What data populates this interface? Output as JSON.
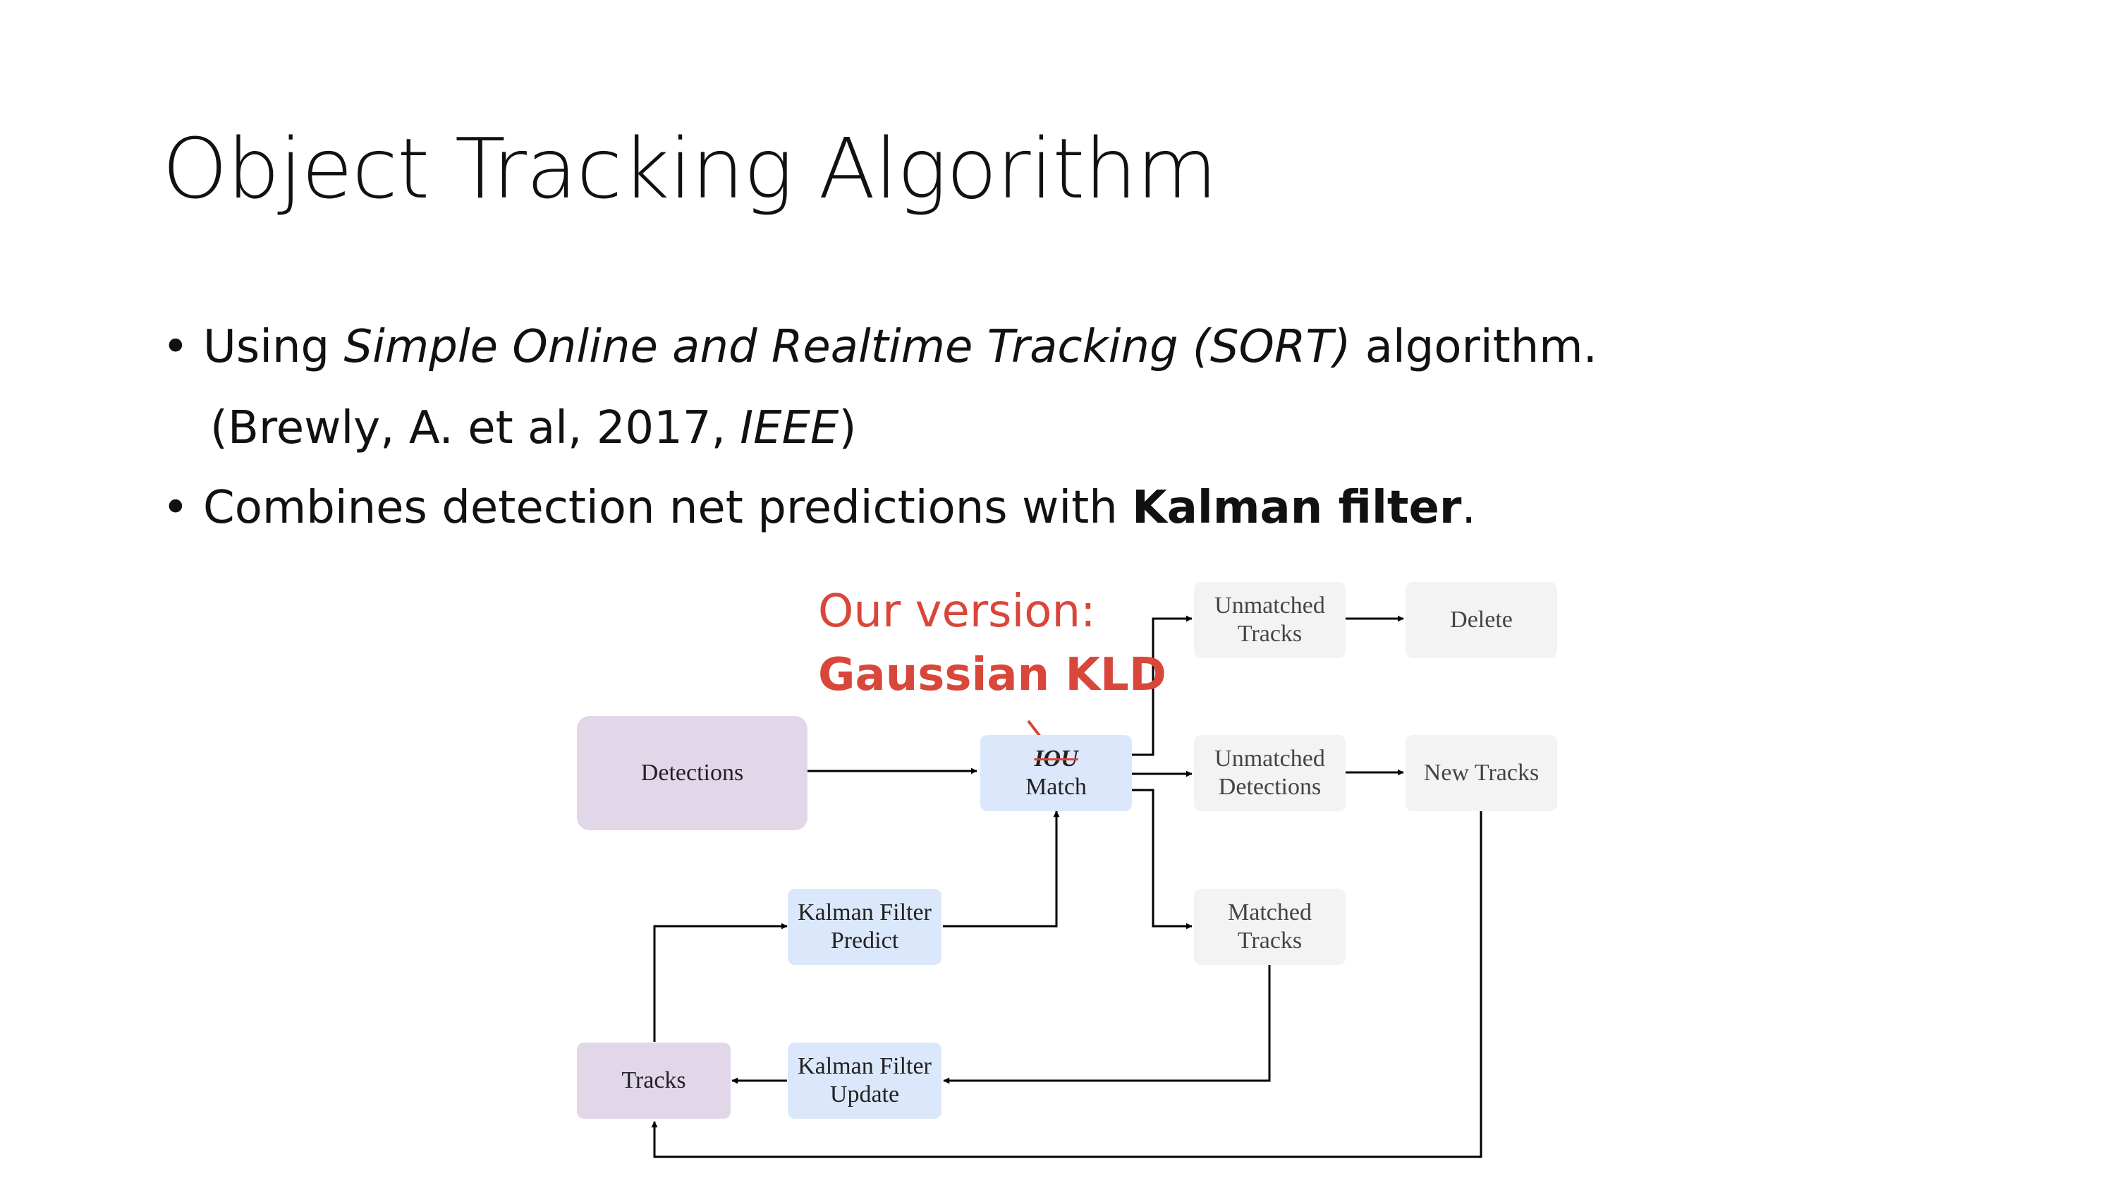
{
  "slide": {
    "title": "Object Tracking Algorithm",
    "bullets": [
      {
        "bullet": "•",
        "pre": "Using ",
        "italic": "Simple Online and Realtime Tracking (SORT)",
        "post": " algorithm."
      },
      {
        "pre": "(Brewly, A. et al, 2017, ",
        "italic": "IEEE",
        "post": ")"
      },
      {
        "bullet": "•",
        "pre": "Combines detection net predictions with ",
        "bold": "Kalman filter",
        "post": "."
      }
    ]
  },
  "annotation": {
    "line1": "Our version:",
    "line2": "Gaussian KLD",
    "color": "#d9463a"
  },
  "diagram": {
    "nodes": {
      "detections": {
        "label": "Detections"
      },
      "iou_match": {
        "line1": "IOU",
        "line2": "Match"
      },
      "unmatched_tracks": {
        "line1": "Unmatched",
        "line2": "Tracks"
      },
      "delete": {
        "label": "Delete"
      },
      "unmatched_detections": {
        "line1": "Unmatched",
        "line2": "Detections"
      },
      "new_tracks": {
        "label": "New Tracks"
      },
      "matched_tracks": {
        "line1": "Matched",
        "line2": "Tracks"
      },
      "kf_predict": {
        "line1": "Kalman Filter",
        "line2": "Predict"
      },
      "kf_update": {
        "line1": "Kalman Filter",
        "line2": "Update"
      },
      "tracks": {
        "label": "Tracks"
      }
    },
    "colors": {
      "purple": "#e2d7e8",
      "blue": "#dbe8fb",
      "gray": "#f3f3f3",
      "edge": "#000000"
    }
  }
}
